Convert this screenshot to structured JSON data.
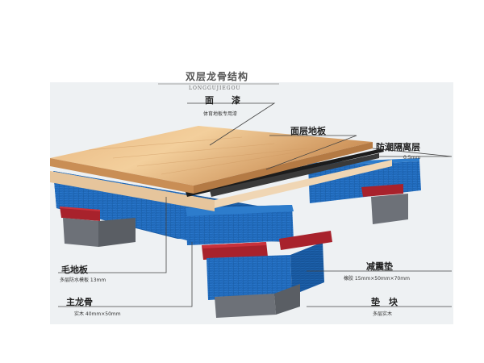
{
  "title": "双层龙骨结构",
  "subtitle": "LONGGUJIEGOU",
  "labels": {
    "paint": {
      "name": "面　　漆",
      "spec": "体育地板专用漆"
    },
    "surface_board": {
      "name": "面层地板"
    },
    "moisture_layer": {
      "name": "防潮隔离层",
      "spec": "0.5mm"
    },
    "sub_floor": {
      "name": "毛地板",
      "spec": "多层防水模板  13mm"
    },
    "main_joist": {
      "name": "主龙骨",
      "spec": "实木  40mm×50mm"
    },
    "shock_pad": {
      "name": "减震垫",
      "spec": "橡胶  15mm×50mm×70mm"
    },
    "block": {
      "name": "垫　块",
      "spec": "多层实木"
    }
  },
  "colors": {
    "wood": "#d9a066",
    "subfloor": "#f0d6b4",
    "joist_blue": "#1f68b8",
    "pad_red": "#a8222c",
    "block_gray": "#6d7178",
    "film_black": "#1c1c1c",
    "background": "#eef1f3"
  }
}
